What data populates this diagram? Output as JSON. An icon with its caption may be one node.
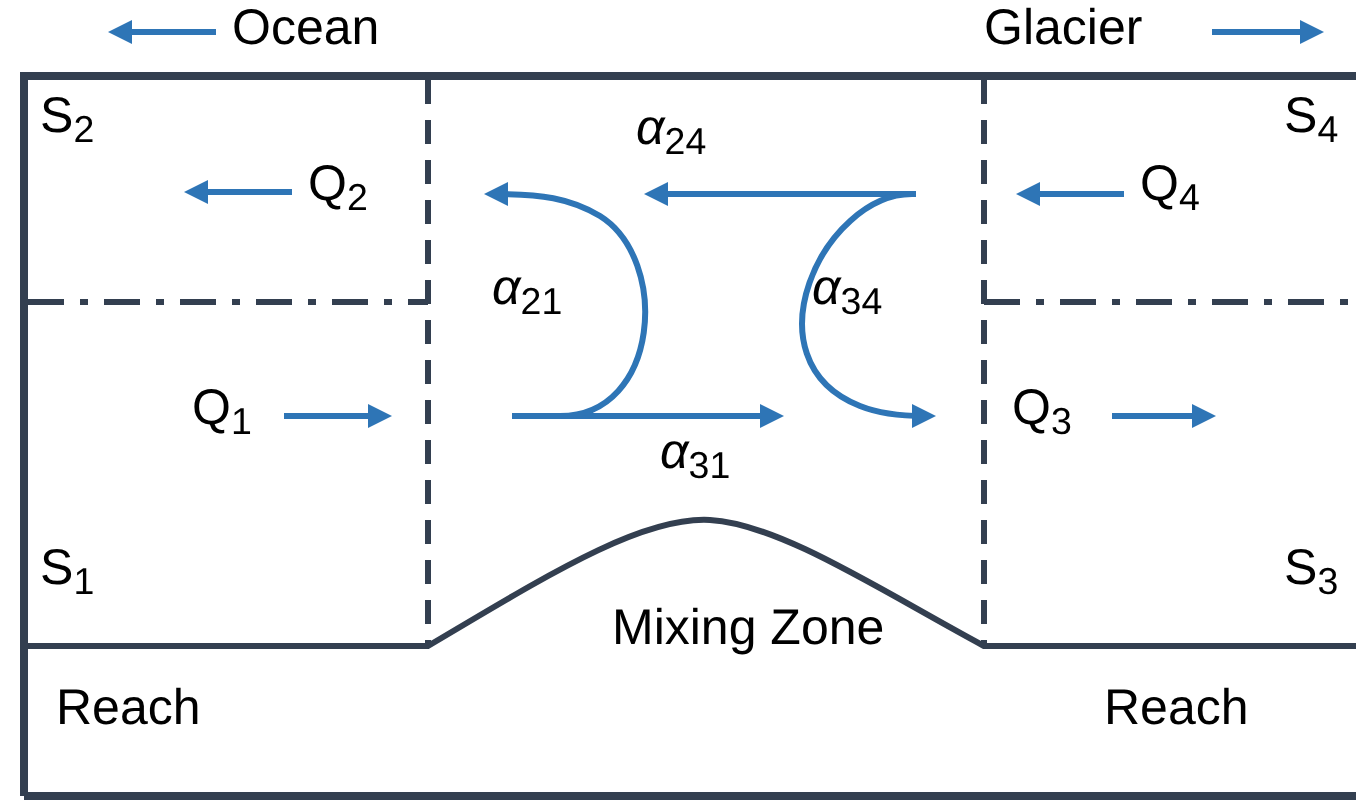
{
  "diagram": {
    "labels": [
      "Ocean",
      "Glacier",
      "S$_{2}$",
      "*α*$_{24}$",
      "S$_{4}$",
      "Q$_{2}$",
      "Q$_{4}$",
      "*α*$_{21}$",
      "*α*$_{34}$",
      "Q$_{1}$",
      "Q$_{3}$",
      "*α*$_{31}$",
      "S$_{1}$",
      "S$_{3}$",
      "Mixing Zone",
      "Reach",
      "Reach"
    ]
  }
}
